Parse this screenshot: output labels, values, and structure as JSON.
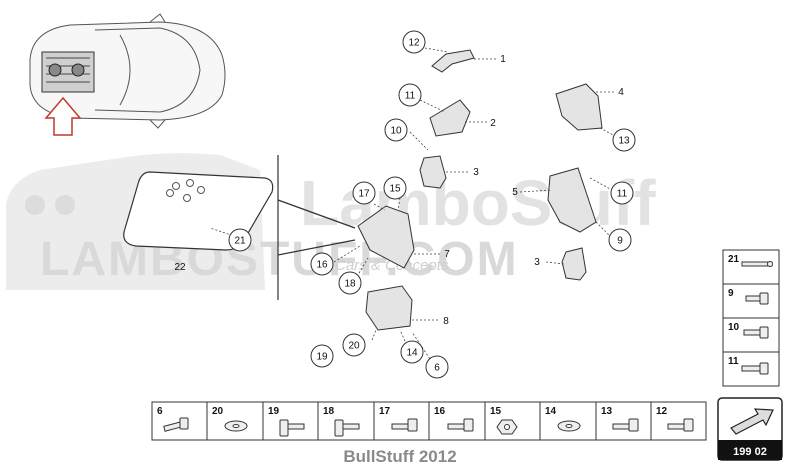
{
  "watermark": {
    "line1": "LamboStuff",
    "line2": "LAMBOSTUFF.COM",
    "tagline": "Cars & Concepts"
  },
  "footer": {
    "credit": "BullStuff 2012"
  },
  "diagram_id": "199 02",
  "callouts": [
    {
      "label": "12"
    },
    {
      "label": "1"
    },
    {
      "label": "11"
    },
    {
      "label": "2"
    },
    {
      "label": "10"
    },
    {
      "label": "3"
    },
    {
      "label": "4"
    },
    {
      "label": "13"
    },
    {
      "label": "17"
    },
    {
      "label": "15"
    },
    {
      "label": "5"
    },
    {
      "label": "11"
    },
    {
      "label": "9"
    },
    {
      "label": "21"
    },
    {
      "label": "22"
    },
    {
      "label": "7"
    },
    {
      "label": "16"
    },
    {
      "label": "18"
    },
    {
      "label": "3"
    },
    {
      "label": "8"
    },
    {
      "label": "20"
    },
    {
      "label": "19"
    },
    {
      "label": "14"
    },
    {
      "label": "6"
    }
  ],
  "side_legend": [
    {
      "label": "21"
    },
    {
      "label": "9"
    },
    {
      "label": "10"
    },
    {
      "label": "11"
    }
  ],
  "bottom_strip": [
    {
      "label": "6"
    },
    {
      "label": "20"
    },
    {
      "label": "19"
    },
    {
      "label": "18"
    },
    {
      "label": "17"
    },
    {
      "label": "16"
    },
    {
      "label": "15"
    },
    {
      "label": "14"
    },
    {
      "label": "13"
    },
    {
      "label": "12"
    }
  ]
}
